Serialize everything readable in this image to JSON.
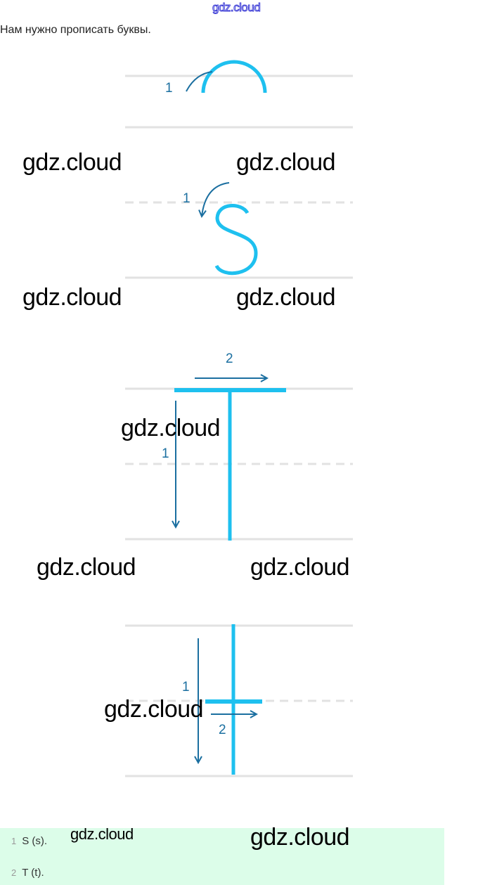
{
  "header": {
    "watermark": "gdz.cloud"
  },
  "intro_text": "Нам нужно прописать буквы.",
  "diagrams": [
    {
      "letter": "S",
      "stroke_labels": [
        "1"
      ]
    },
    {
      "letter": "s",
      "stroke_labels": [
        "1"
      ]
    },
    {
      "letter": "T",
      "stroke_labels": [
        "1",
        "2"
      ]
    },
    {
      "letter": "t",
      "stroke_labels": [
        "1",
        "2"
      ]
    }
  ],
  "watermark": "gdz.cloud",
  "answers": [
    {
      "num": "1",
      "text": "S (s)."
    },
    {
      "num": "2",
      "text": "T (t)."
    }
  ],
  "colors": {
    "letter": "#1ec0ef",
    "arrow": "#1b6fa0",
    "guide": "#e2e2e2",
    "answer_bg": "#dcfde9"
  }
}
